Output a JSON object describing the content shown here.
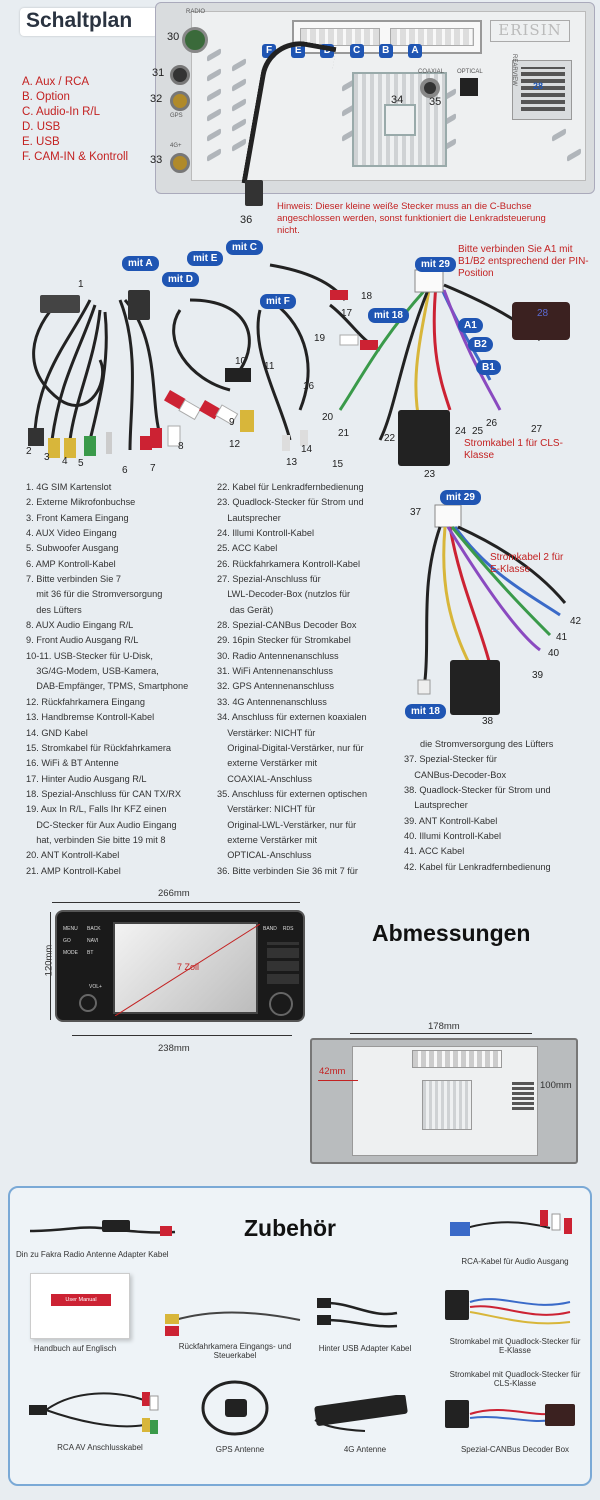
{
  "header": {
    "title": "Schaltplan",
    "brand": "ERISIN"
  },
  "legend": [
    "A. Aux / RCA",
    "B. Option",
    "C. Audio-In R/L",
    "D. USB",
    "E. USB",
    "F. CAM-IN & Kontroll"
  ],
  "unit_labels": {
    "radio": "RADIO",
    "gps": "GPS",
    "g4": "4G+",
    "coaxial": "COAXIAL",
    "optical": "OPTICAL",
    "rearview": "REARVIEW",
    "plug_code": "28",
    "connector_letters": [
      "F",
      "E",
      "D",
      "C",
      "B",
      "A"
    ],
    "port_numbers": [
      "30",
      "31",
      "32",
      "33",
      "34",
      "35",
      "36"
    ]
  },
  "hint": "Hinweis: Dieser kleine weiße Stecker muss an die C-Buchse angeschlossen werden, sonst funktioniert die Lenkradsteuerung nicht.",
  "tags": {
    "mit_a": "mit A",
    "mit_e": "mit E",
    "mit_d": "mit D",
    "mit_c": "mit C",
    "mit_f": "mit F",
    "mit_29_a": "mit 29",
    "mit_18_a": "mit 18",
    "mit_29_b": "mit 29",
    "mit_18_b": "mit 18"
  },
  "note_a1": "Bitte verbinden Sie A1 mit B1/B2 entsprechend der PIN-Position",
  "pin_tags": [
    "A1",
    "B2",
    "B1"
  ],
  "decoder_num": "28",
  "stromkabel1": "Stromkabel 1 für CLS-Klasse",
  "stromkabel2": "Stromkabel 2 für E-Klasse",
  "cable_numbers": {
    "n1": "1",
    "n2": "2",
    "n3": "3",
    "n4": "4",
    "n5": "5",
    "n6": "6",
    "n7": "7",
    "n8": "8",
    "n9": "9",
    "n10": "10",
    "n11": "11",
    "n12": "12",
    "n13": "13",
    "n14": "14",
    "n15": "15",
    "n16": "16",
    "n17": "17",
    "n18": "18",
    "n19": "19",
    "n20": "20",
    "n21": "21",
    "n22": "22",
    "n23": "23",
    "n24": "24",
    "n25": "25",
    "n26": "26",
    "n27": "27",
    "n37": "37",
    "n38": "38",
    "n39": "39",
    "n40": "40",
    "n41": "41",
    "n42": "42"
  },
  "list_col1": [
    "1. 4G SIM Kartenslot",
    "2. Externe Mikrofonbuchse",
    "3. Front Kamera Eingang",
    "4. AUX Video Eingang",
    "5. Subwoofer Ausgang",
    "6. AMP Kontroll-Kabel",
    "7. Bitte verbinden Sie 7",
    "    mit 36 für die Stromversorgung",
    "    des Lüfters",
    "8. AUX Audio Eingang R/L",
    "9. Front Audio Ausgang R/L",
    "10-11. USB-Stecker für U-Disk,",
    "    3G/4G-Modem, USB-Kamera,",
    "    DAB-Empfänger, TPMS, Smartphone",
    "12. Rückfahrkamera Eingang",
    "13. Handbremse Kontroll-Kabel",
    "14. GND Kabel",
    "15. Stromkabel für Rückfahrkamera",
    "16. WiFi & BT Antenne",
    "17. Hinter Audio Ausgang R/L",
    "18. Spezial-Anschluss für CAN TX/RX",
    "19. Aux In R/L, Falls Ihr KFZ einen",
    "    DC-Stecker für Aux Audio Eingang",
    "    hat, verbinden Sie bitte 19 mit 8",
    "20. ANT Kontroll-Kabel",
    "21. AMP Kontroll-Kabel"
  ],
  "list_col2": [
    "22. Kabel für Lenkradfernbedienung",
    "23. Quadlock-Stecker für Strom und",
    "    Lautsprecher",
    "24. Illumi Kontroll-Kabel",
    "25. ACC Kabel",
    "26. Rückfahrkamera Kontroll-Kabel",
    "27. Spezial-Anschluss für",
    "    LWL-Decoder-Box (nutzlos für",
    "     das Gerät)",
    "28. Spezial-CANBus Decoder Box",
    "29. 16pin Stecker für Stromkabel",
    "30. Radio Antennenanschluss",
    "31. WiFi Antennenanschluss",
    "32. GPS Antennenanschluss",
    "33. 4G Antennenanschluss",
    "34. Anschluss für externen koaxialen",
    "    Verstärker: NICHT für",
    "    Original-Digital-Verstärker, nur für",
    "    externe Verstärker mit",
    "    COAXIAL-Anschluss",
    "35. Anschluss für externen optischen",
    "    Verstärker: NICHT für",
    "    Original-LWL-Verstärker, nur für",
    "    externe Verstärker mit",
    "    OPTICAL-Anschluss",
    "36. Bitte verbinden Sie 36 mit 7 für"
  ],
  "list_col3": [
    "die Stromversorgung des Lüfters",
    "37. Spezial-Stecker für",
    "    CANBus-Decoder-Box",
    "38. Quadlock-Stecker für Strom und",
    "    Lautsprecher",
    "39. ANT Kontroll-Kabel",
    "40. Illumi Kontroll-Kabel",
    "41. ACC Kabel",
    "42. Kabel für Lenkradfernbedienung"
  ],
  "dimensions": {
    "heading": "Abmessungen",
    "width_top": "266mm",
    "height_left": "120mm",
    "width_bottom": "238mm",
    "screen": "7 Zoll",
    "depth": "178mm",
    "inset": "42mm",
    "back_height": "100mm"
  },
  "panel_buttons": [
    "MENU",
    "BACK",
    "GO",
    "NAVI",
    "MODE",
    "BT",
    "BAND",
    "RDS",
    "VOL+"
  ],
  "accessories": {
    "heading": "Zubehör",
    "items": [
      "Din zu Fakra Radio Antenne Adapter Kabel",
      "RCA-Kabel für Audio Ausgang",
      "Handbuch auf Englisch",
      "Rückfahrkamera Eingangs- und Steuerkabel",
      "Hinter USB Adapter Kabel",
      "Stromkabel mit Quadlock-Stecker für E-Klasse",
      "Stromkabel mit Quadlock-Stecker für CLS-Klasse",
      "RCA AV Anschlusskabel",
      "GPS Antenne",
      "4G Antenne",
      "Spezial-CANBus Decoder Box"
    ],
    "manual_title": "User Manual"
  },
  "colors": {
    "accent_blue": "#1f55b3",
    "note_red": "#c32222",
    "frame_blue": "#7aa9d6"
  }
}
